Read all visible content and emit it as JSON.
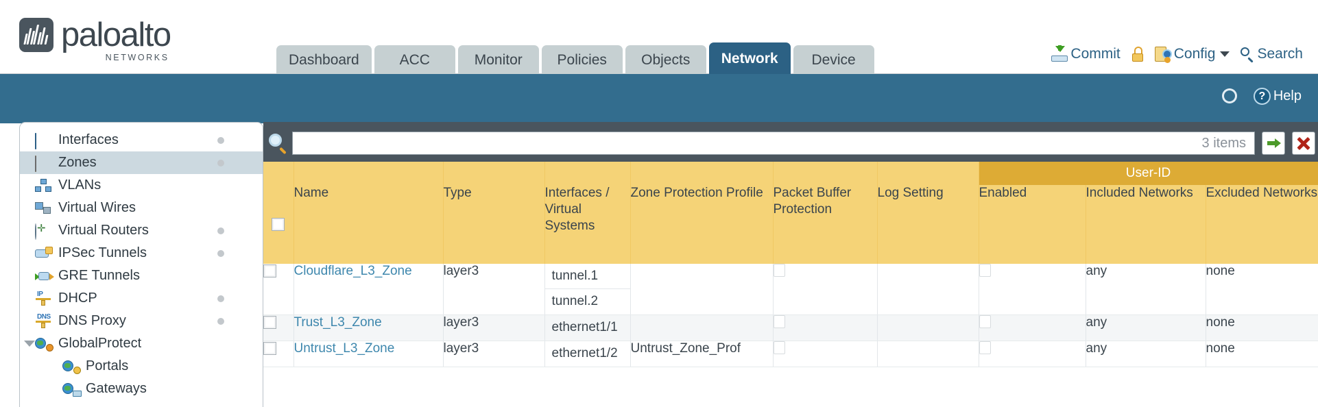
{
  "brand": {
    "name": "paloalto",
    "tagline": "NETWORKS"
  },
  "tabs": [
    {
      "label": "Dashboard",
      "active": false
    },
    {
      "label": "ACC",
      "active": false
    },
    {
      "label": "Monitor",
      "active": false
    },
    {
      "label": "Policies",
      "active": false
    },
    {
      "label": "Objects",
      "active": false
    },
    {
      "label": "Network",
      "active": true
    },
    {
      "label": "Device",
      "active": false
    }
  ],
  "top_actions": {
    "commit": "Commit",
    "config": "Config",
    "search": "Search"
  },
  "blue_bar": {
    "help": "Help"
  },
  "sidebar": {
    "items": [
      {
        "label": "Interfaces",
        "icon": "interfaces-icon",
        "dot": true,
        "selected": false,
        "child": false,
        "caret": false
      },
      {
        "label": "Zones",
        "icon": "zones-icon",
        "dot": true,
        "selected": true,
        "child": false,
        "caret": false
      },
      {
        "label": "VLANs",
        "icon": "vlans-icon",
        "dot": false,
        "selected": false,
        "child": false,
        "caret": false
      },
      {
        "label": "Virtual Wires",
        "icon": "virtual-wires-icon",
        "dot": false,
        "selected": false,
        "child": false,
        "caret": false
      },
      {
        "label": "Virtual Routers",
        "icon": "virtual-routers-icon",
        "dot": true,
        "selected": false,
        "child": false,
        "caret": false
      },
      {
        "label": "IPSec Tunnels",
        "icon": "ipsec-tunnels-icon",
        "dot": true,
        "selected": false,
        "child": false,
        "caret": false
      },
      {
        "label": "GRE Tunnels",
        "icon": "gre-tunnels-icon",
        "dot": false,
        "selected": false,
        "child": false,
        "caret": false
      },
      {
        "label": "DHCP",
        "icon": "dhcp-icon",
        "dot": true,
        "selected": false,
        "child": false,
        "caret": false
      },
      {
        "label": "DNS Proxy",
        "icon": "dns-proxy-icon",
        "dot": true,
        "selected": false,
        "child": false,
        "caret": false
      },
      {
        "label": "GlobalProtect",
        "icon": "globalprotect-icon",
        "dot": false,
        "selected": false,
        "child": false,
        "caret": true
      },
      {
        "label": "Portals",
        "icon": "portals-icon",
        "dot": false,
        "selected": false,
        "child": true,
        "caret": false
      },
      {
        "label": "Gateways",
        "icon": "gateways-icon",
        "dot": false,
        "selected": false,
        "child": true,
        "caret": false
      }
    ]
  },
  "search": {
    "value": "",
    "item_count": "3 items"
  },
  "table": {
    "group_header": "User-ID",
    "columns": [
      "Name",
      "Type",
      "Interfaces / Virtual Systems",
      "Zone Protection Profile",
      "Packet Buffer Protection",
      "Log Setting",
      "Enabled",
      "Included Networks",
      "Excluded Networks"
    ],
    "rows": [
      {
        "name": "Cloudflare_L3_Zone",
        "type": "layer3",
        "interfaces": [
          "tunnel.1",
          "tunnel.2"
        ],
        "zone_protection_profile": "",
        "packet_buffer_protection": false,
        "log_setting": "",
        "userid_enabled": false,
        "included_networks": "any",
        "excluded_networks": "none"
      },
      {
        "name": "Trust_L3_Zone",
        "type": "layer3",
        "interfaces": [
          "ethernet1/1"
        ],
        "zone_protection_profile": "",
        "packet_buffer_protection": false,
        "log_setting": "",
        "userid_enabled": false,
        "included_networks": "any",
        "excluded_networks": "none"
      },
      {
        "name": "Untrust_L3_Zone",
        "type": "layer3",
        "interfaces": [
          "ethernet1/2"
        ],
        "zone_protection_profile": "Untrust_Zone_Prof",
        "packet_buffer_protection": false,
        "log_setting": "",
        "userid_enabled": false,
        "included_networks": "any",
        "excluded_networks": "none"
      }
    ]
  },
  "colors": {
    "accent_blue": "#336d8e",
    "tab_active": "#2c6184",
    "header_yellow": "#f5d377",
    "group_yellow": "#ddab35",
    "link_blue": "#3e87ad"
  }
}
